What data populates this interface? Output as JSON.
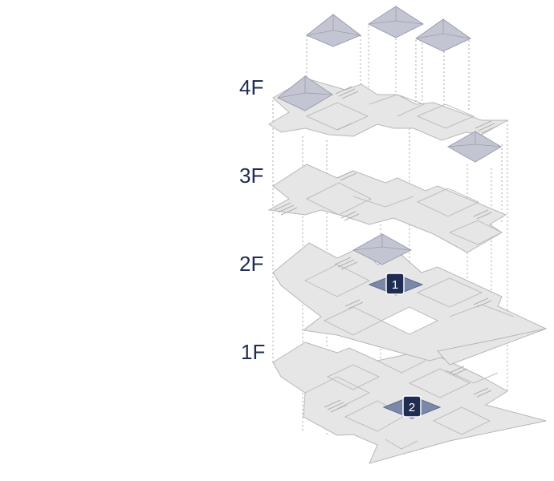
{
  "floors": [
    {
      "label": "4F"
    },
    {
      "label": "3F"
    },
    {
      "label": "2F"
    },
    {
      "label": "1F"
    }
  ],
  "markers": [
    {
      "label": "1"
    },
    {
      "label": "2"
    }
  ],
  "colors": {
    "label": "#1f2d52",
    "plate": "#e6e6e6",
    "pyramid": "#c3c6d2",
    "highlight": "#7c88a8",
    "badge": "#1f2d52"
  }
}
